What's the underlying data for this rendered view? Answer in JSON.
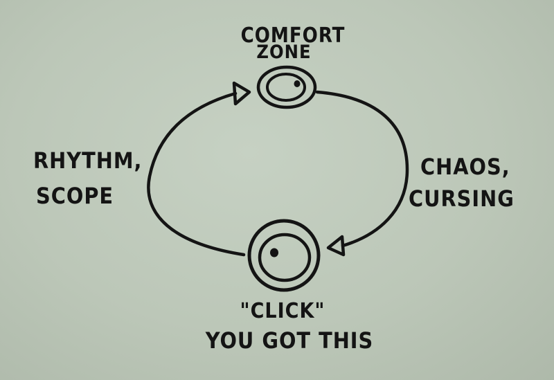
{
  "nodes": {
    "top": {
      "label_line1": "COMFORT",
      "label_line2": "ZONE"
    },
    "bottom": {
      "label_line1": "\"CLICK\"",
      "label_line2": "YOU GOT THIS"
    }
  },
  "edges": {
    "left": {
      "label_line1": "RHYTHM,",
      "label_line2": "SCOPE"
    },
    "right": {
      "label_line1": "CHAOS,",
      "label_line2": "CURSING"
    }
  },
  "colors": {
    "paper": "#bfcabb",
    "ink": "#141414"
  }
}
